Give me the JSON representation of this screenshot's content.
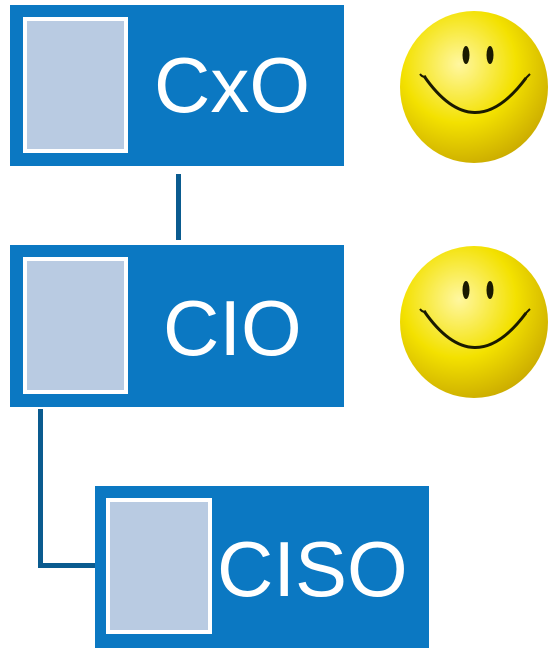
{
  "nodes": [
    {
      "label": "CxO"
    },
    {
      "label": "CIO"
    },
    {
      "label": "CISO"
    }
  ],
  "colors": {
    "box": "#0b78c2",
    "photo_placeholder": "#b9cbe2",
    "connector": "#0a5b8f",
    "face": "#f3e100",
    "face_features": "#1a1a00"
  },
  "icons": [
    "smiley-face-icon",
    "smiley-face-icon"
  ]
}
